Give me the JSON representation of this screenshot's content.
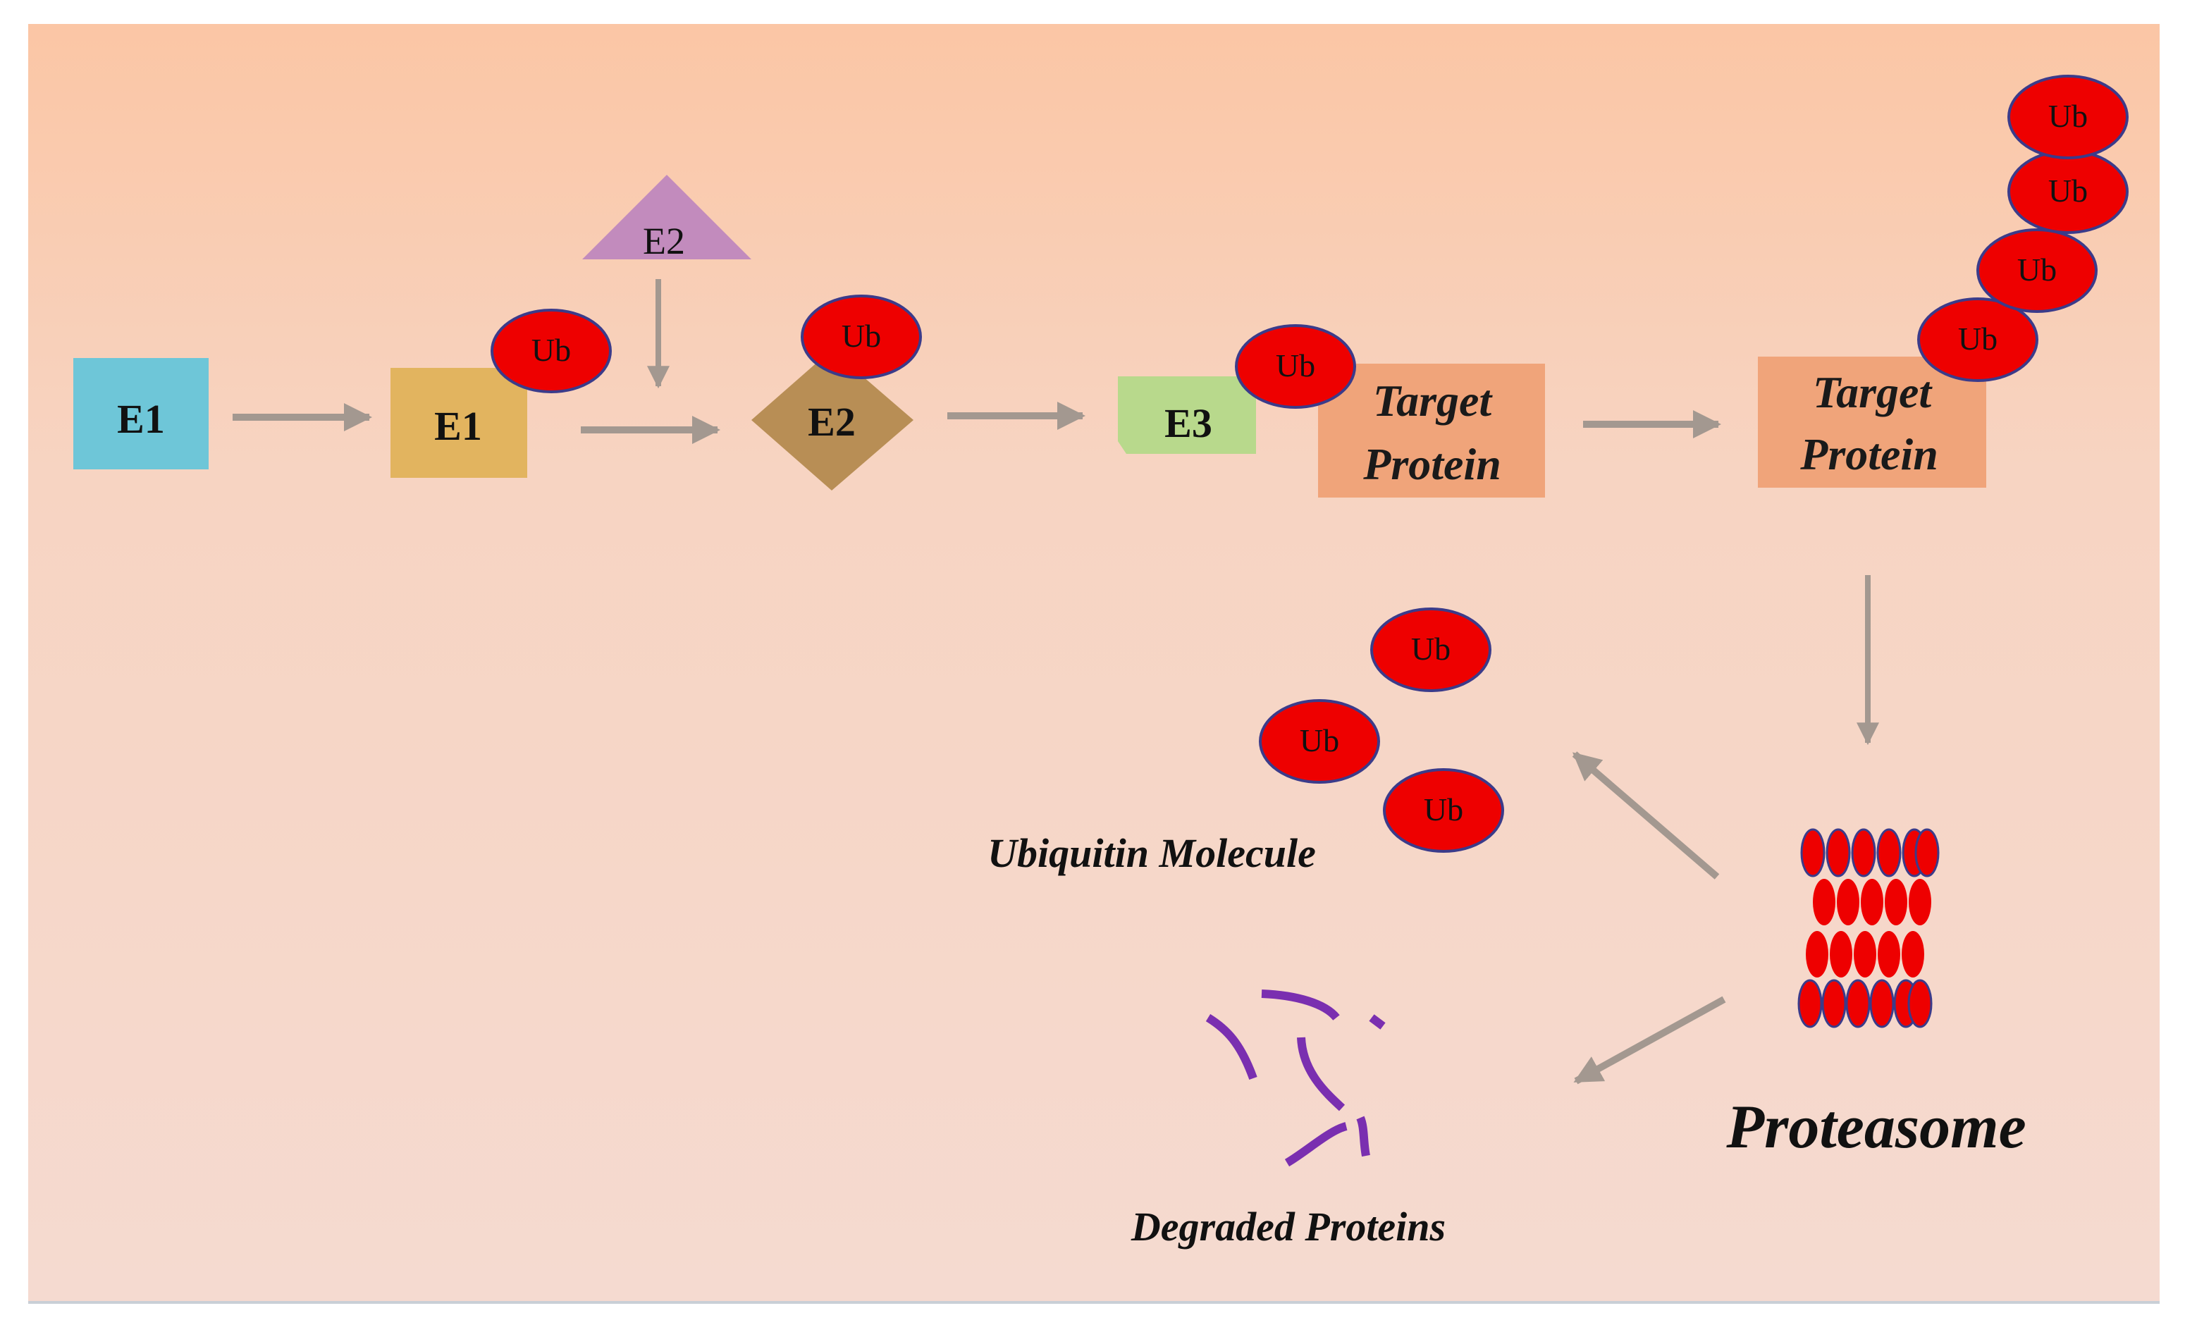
{
  "colors": {
    "bg_top": "#fbc7a6",
    "bg_bottom": "#f5dad0",
    "arrow": "#a39890",
    "ub_fill": "#ee0000",
    "ub_stroke": "#3b3b8a",
    "e1_box": "#6ec6d8",
    "e1_complex": "#e2b45f",
    "e2_free": "#c28bbd",
    "e2_complex": "#b88e55",
    "e3": "#b8d98c",
    "target_protein": "#f0a47a",
    "degraded": "#7a2fb0"
  },
  "labels": {
    "e1_free": "E1",
    "e1_complex": "E1",
    "e2_free": "E2",
    "e2_complex": "E2",
    "e3": "E3",
    "ub": "Ub",
    "target_protein_line1": "Target",
    "target_protein_line2": "Protein",
    "ubiquitin_molecule": "Ubiquitin Molecule",
    "degraded_proteins": "Degraded Proteins",
    "proteasome": "Proteasome"
  }
}
